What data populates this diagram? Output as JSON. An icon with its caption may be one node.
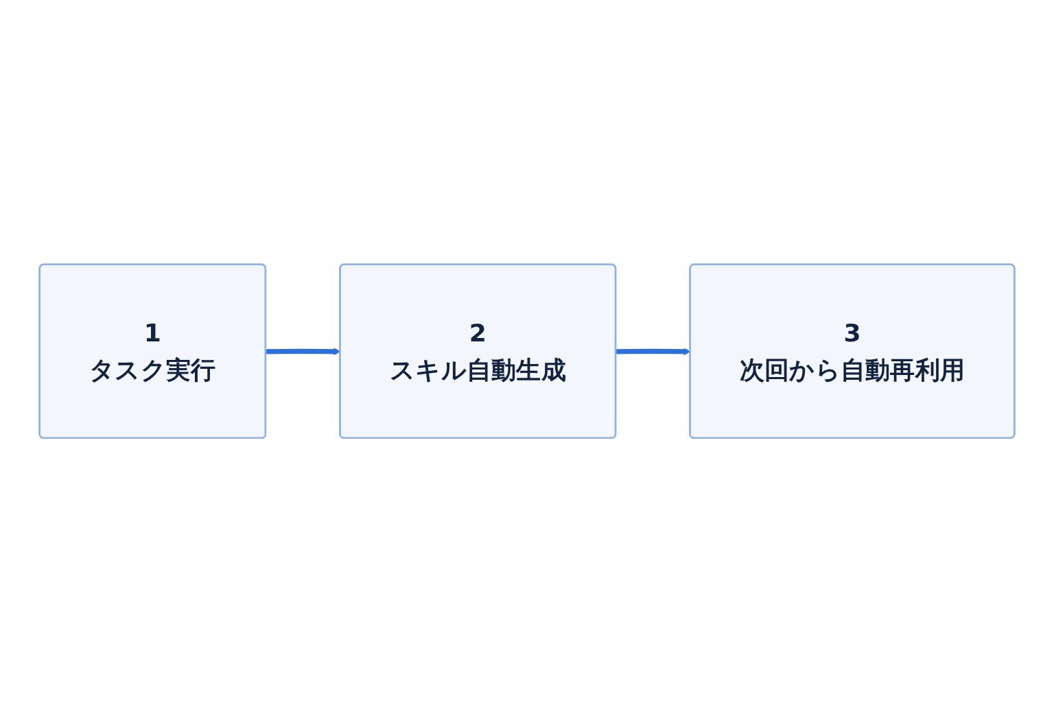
{
  "diagram": {
    "nodes": [
      {
        "text": [
          "1",
          "タスク実行"
        ]
      },
      {
        "text": [
          "2",
          "スキル自動生成"
        ]
      },
      {
        "text": [
          "3",
          "次回から自動再利用"
        ]
      }
    ],
    "edges": [
      {
        "from": 0,
        "to": 1,
        "arrow": "to"
      },
      {
        "from": 1,
        "to": 2,
        "arrow": "to"
      }
    ]
  }
}
